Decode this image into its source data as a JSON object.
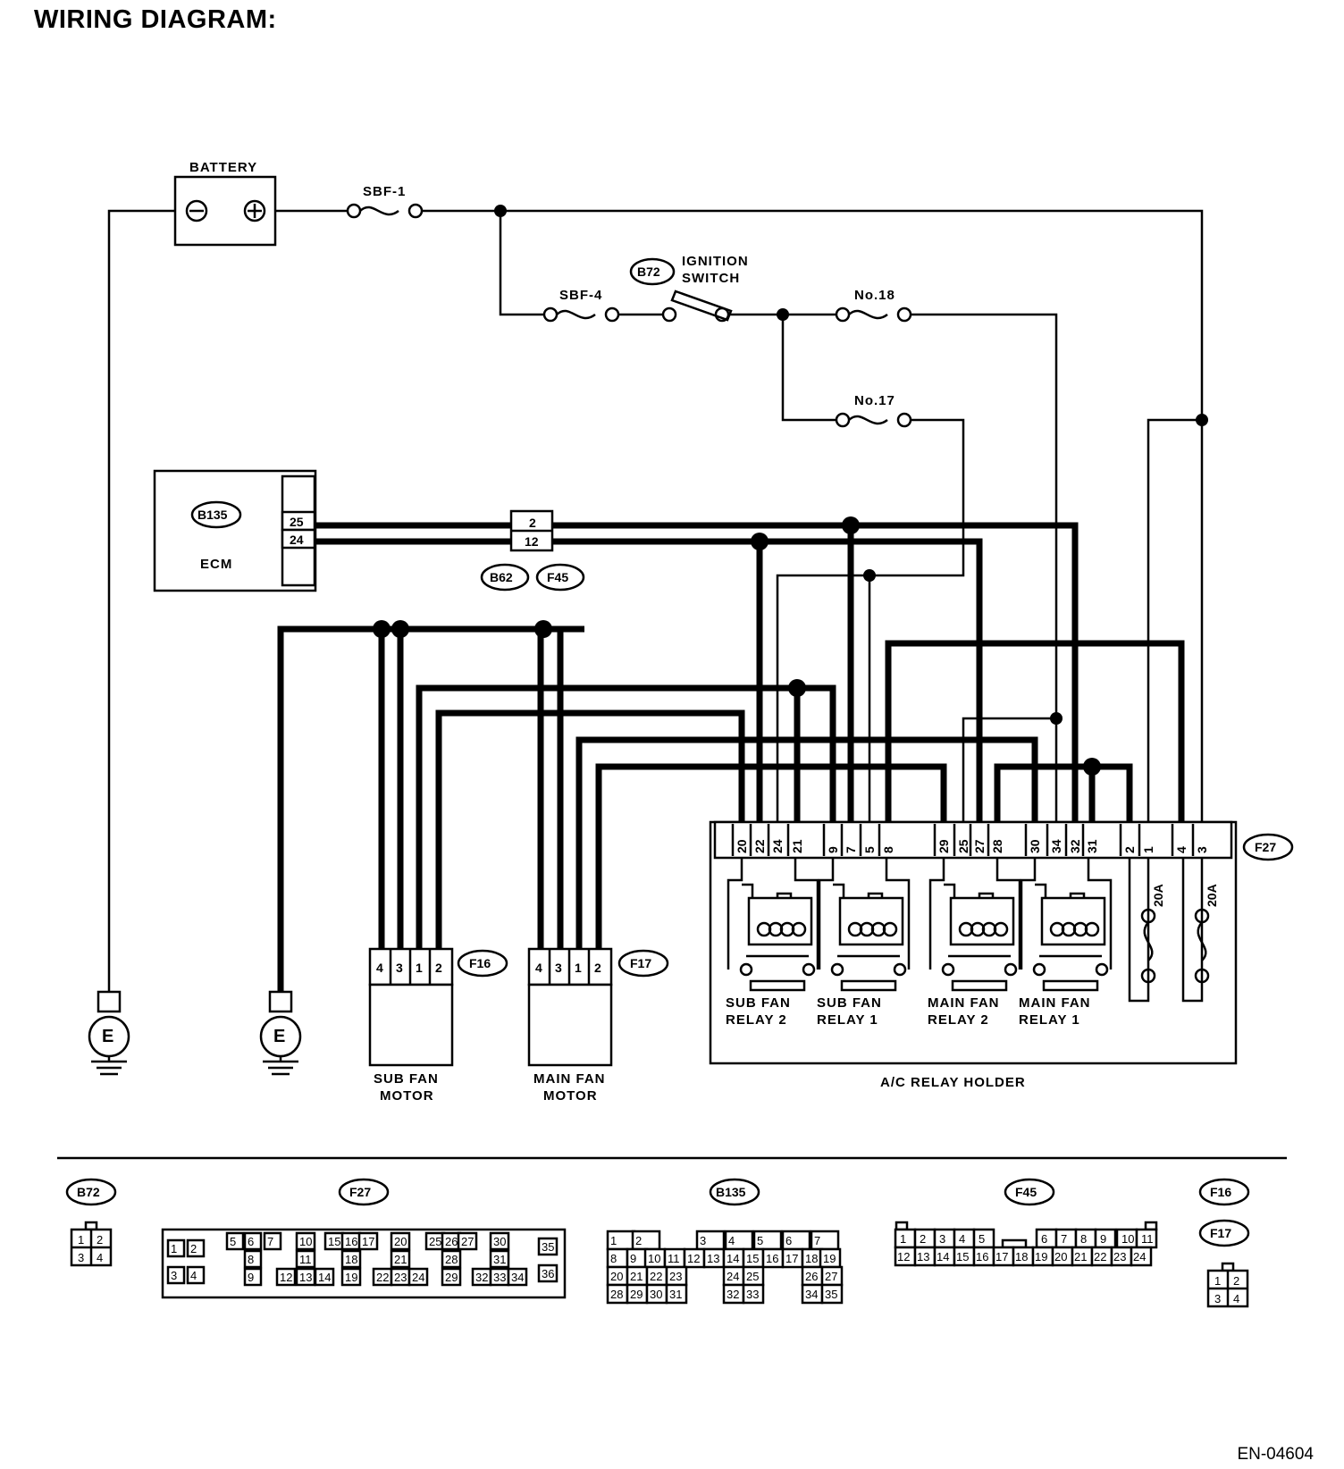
{
  "title": "WIRING DIAGRAM:",
  "doc_id": "EN-04604",
  "components": {
    "battery": "BATTERY",
    "sbf1": "SBF-1",
    "sbf4": "SBF-4",
    "ign_conn": "B72",
    "ign_line1": "IGNITION",
    "ign_line2": "SWITCH",
    "fuse18": "No.18",
    "fuse17": "No.17",
    "ecm_conn": "B135",
    "ecm": "ECM",
    "ecm_pin_a": "25",
    "ecm_pin_b": "24",
    "jc_pin_a": "2",
    "jc_pin_b": "12",
    "jc_conn_a": "B62",
    "jc_conn_b": "F45",
    "sub_fan_conn": "F16",
    "sub_fan_line1": "SUB FAN",
    "sub_fan_line2": "MOTOR",
    "main_fan_conn": "F17",
    "main_fan_line1": "MAIN FAN",
    "main_fan_line2": "MOTOR",
    "motor_pins": [
      "4",
      "3",
      "1",
      "2"
    ],
    "ground": "E",
    "relay_holder": "A/C RELAY HOLDER",
    "relay_conn": "F27",
    "relay_pins": [
      "20",
      "22",
      "24",
      "21",
      "9",
      "7",
      "5",
      "8",
      "29",
      "25",
      "27",
      "28",
      "30",
      "34",
      "32",
      "31",
      "2",
      "1",
      "4",
      "3"
    ],
    "relays": [
      {
        "line1": "SUB FAN",
        "line2": "RELAY 2"
      },
      {
        "line1": "SUB FAN",
        "line2": "RELAY 1"
      },
      {
        "line1": "MAIN FAN",
        "line2": "RELAY 2"
      },
      {
        "line1": "MAIN FAN",
        "line2": "RELAY 1"
      }
    ],
    "fuse_20a": "20A"
  },
  "connector_views": {
    "b72": {
      "tag": "B72",
      "rows": [
        [
          "1",
          "2"
        ],
        [
          "3",
          "4"
        ]
      ]
    },
    "f27": {
      "tag": "F27"
    },
    "b135": {
      "tag": "B135"
    },
    "f45": {
      "tag": "F45",
      "row1": [
        "1",
        "2",
        "3",
        "4",
        "5",
        "6",
        "7",
        "8",
        "9",
        "10",
        "11"
      ],
      "row2": [
        "12",
        "13",
        "14",
        "15",
        "16",
        "17",
        "18",
        "19",
        "20",
        "21",
        "22",
        "23",
        "24"
      ]
    },
    "f16": {
      "tag": "F16"
    },
    "f17": {
      "tag": "F17",
      "rows": [
        [
          "1",
          "2"
        ],
        [
          "3",
          "4"
        ]
      ]
    }
  }
}
